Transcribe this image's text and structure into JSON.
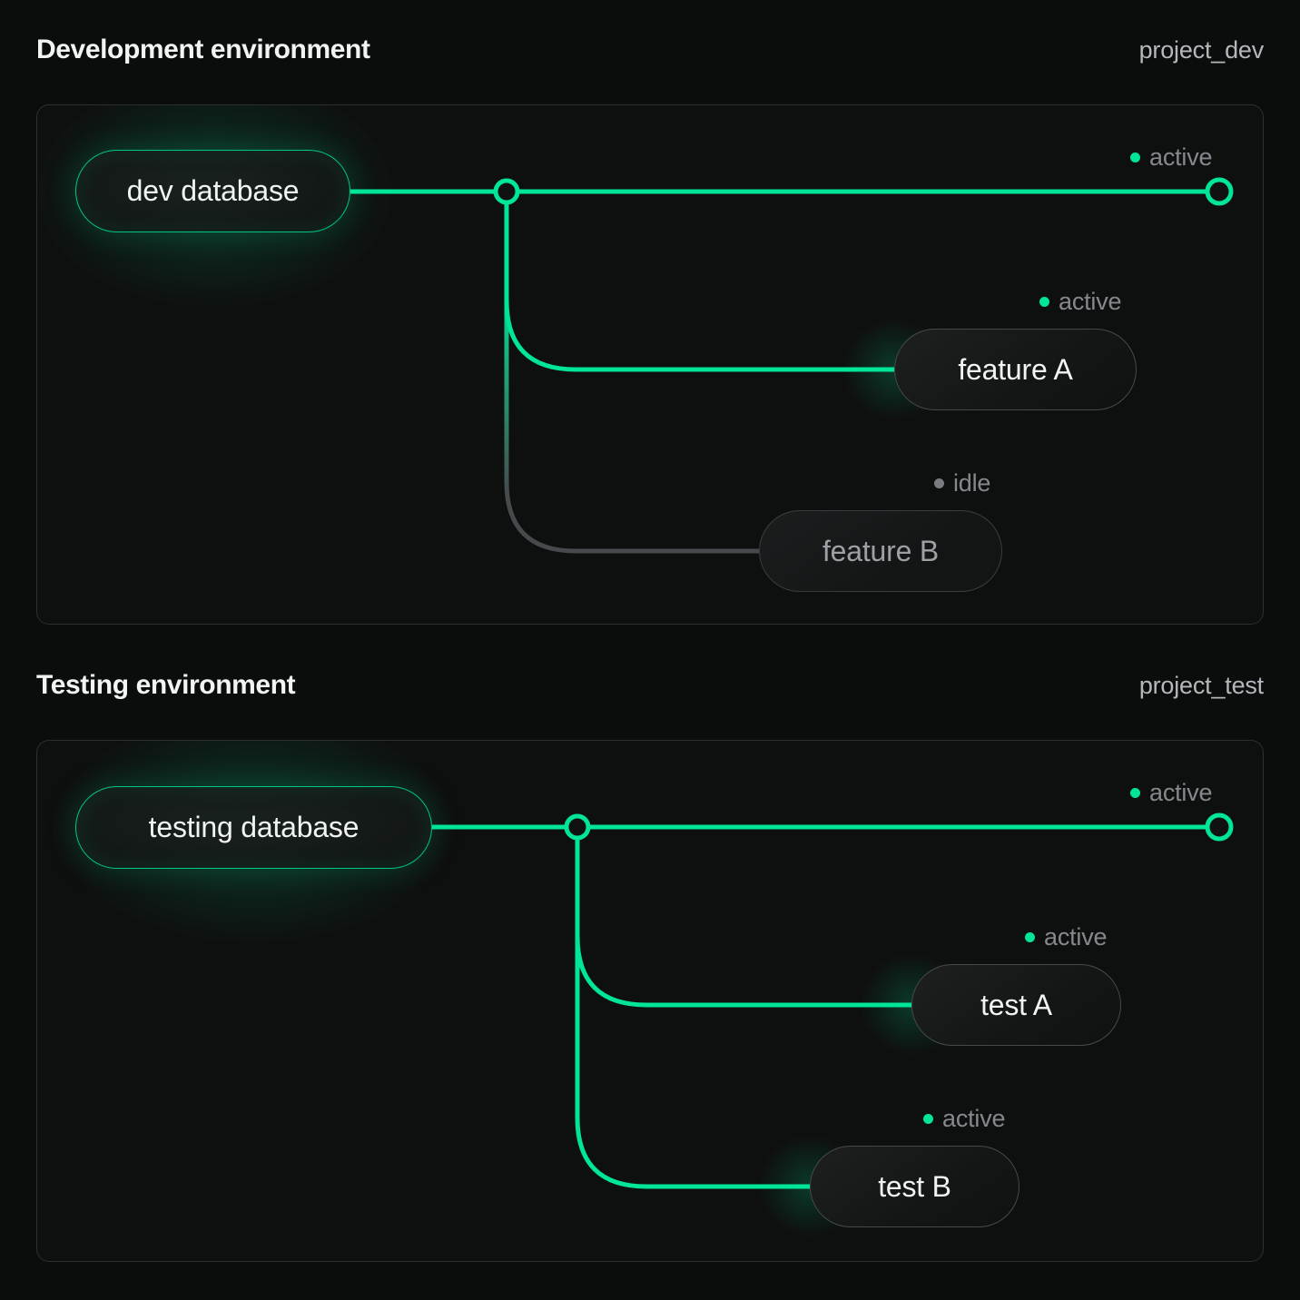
{
  "colors": {
    "accent_green": "#00e599",
    "idle_gray": "#47494c",
    "page_bg": "#0b0c0c",
    "panel_bg": "#0e0f0f",
    "panel_border": "#2c2f31",
    "text_primary": "#f2f3f3",
    "text_muted": "#b4b8bc",
    "status_text": "#85898d",
    "idle_text": "#9da1a5"
  },
  "sections": [
    {
      "title": "Development environment",
      "project": "project_dev",
      "root": {
        "label": "dev database"
      },
      "main_branch": {
        "status": "active"
      },
      "branches": [
        {
          "label": "feature A",
          "status": "active"
        },
        {
          "label": "feature B",
          "status": "idle"
        }
      ]
    },
    {
      "title": "Testing environment",
      "project": "project_test",
      "root": {
        "label": "testing database"
      },
      "main_branch": {
        "status": "active"
      },
      "branches": [
        {
          "label": "test A",
          "status": "active"
        },
        {
          "label": "test B",
          "status": "active"
        }
      ]
    }
  ]
}
